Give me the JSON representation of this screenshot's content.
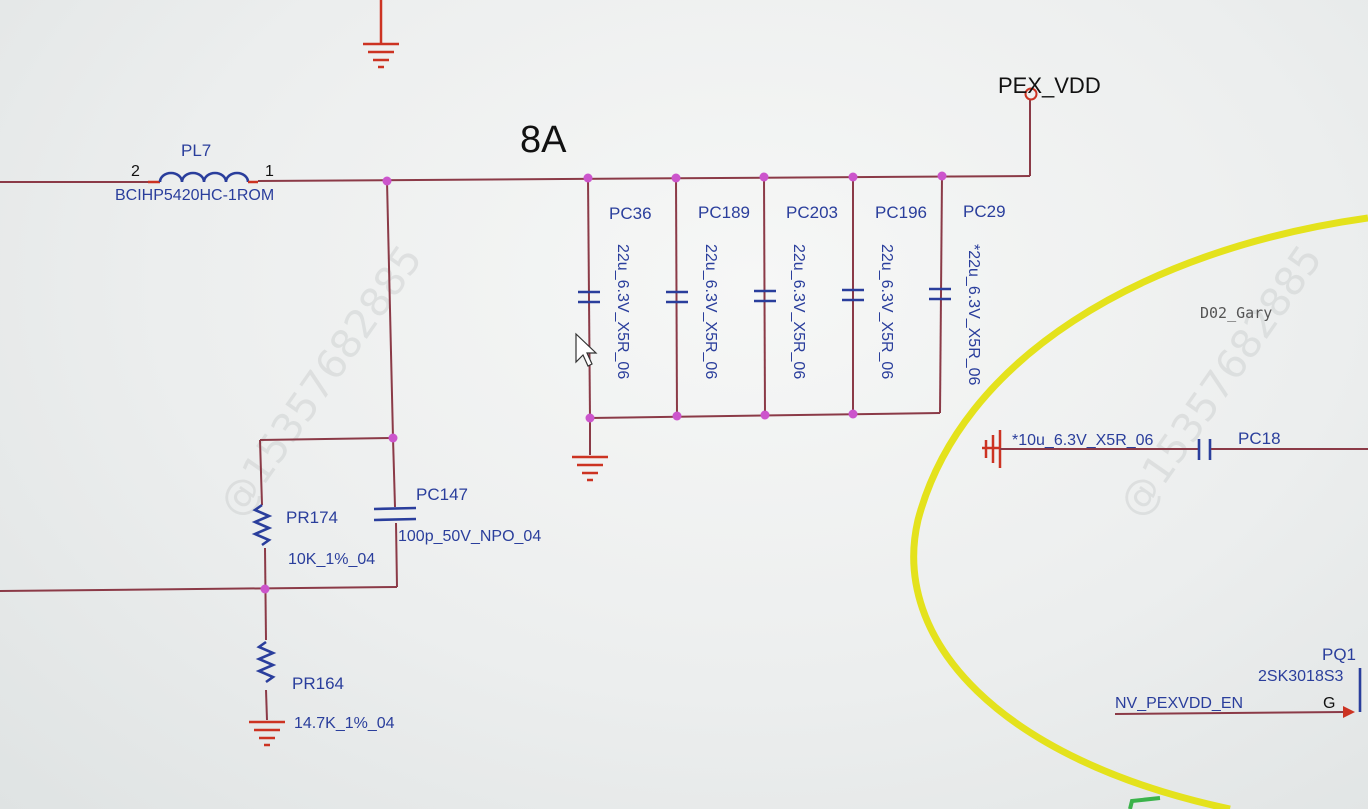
{
  "watermark": "@15357682885",
  "watermark_2": "@15357682885",
  "current_label": "8A",
  "power_net": "PEX_VDD",
  "inductor": {
    "ref": "PL7",
    "value": "BCIHP5420HC-1ROM",
    "pin_left": "2",
    "pin_right": "1"
  },
  "caps_bank": [
    {
      "ref": "PC36",
      "value": "22u_6.3V_X5R_06"
    },
    {
      "ref": "PC189",
      "value": "22u_6.3V_X5R_06"
    },
    {
      "ref": "PC203",
      "value": "22u_6.3V_X5R_06"
    },
    {
      "ref": "PC196",
      "value": "22u_6.3V_X5R_06"
    },
    {
      "ref": "PC29",
      "value": "*22u_6.3V_X5R_06"
    }
  ],
  "pc147": {
    "ref": "PC147",
    "value": "100p_50V_NPO_04"
  },
  "pr174": {
    "ref": "PR174",
    "value": "10K_1%_04"
  },
  "pr164": {
    "ref": "PR164",
    "value": "14.7K_1%_04"
  },
  "note": "D02_Gary",
  "pc18": {
    "ref": "PC18",
    "value": "*10u_6.3V_X5R_06"
  },
  "enable_net": "NV_PEXVDD_EN",
  "mosfet": {
    "ref": "PQ1",
    "part": "2SK3018S3",
    "gate_pin": "G"
  },
  "colors": {
    "wire": "#8b3a47",
    "component": "#2a3e9c",
    "pin_stub": "#cc3322",
    "junction": "#cc55cc",
    "highlight": "#e4e21c"
  }
}
